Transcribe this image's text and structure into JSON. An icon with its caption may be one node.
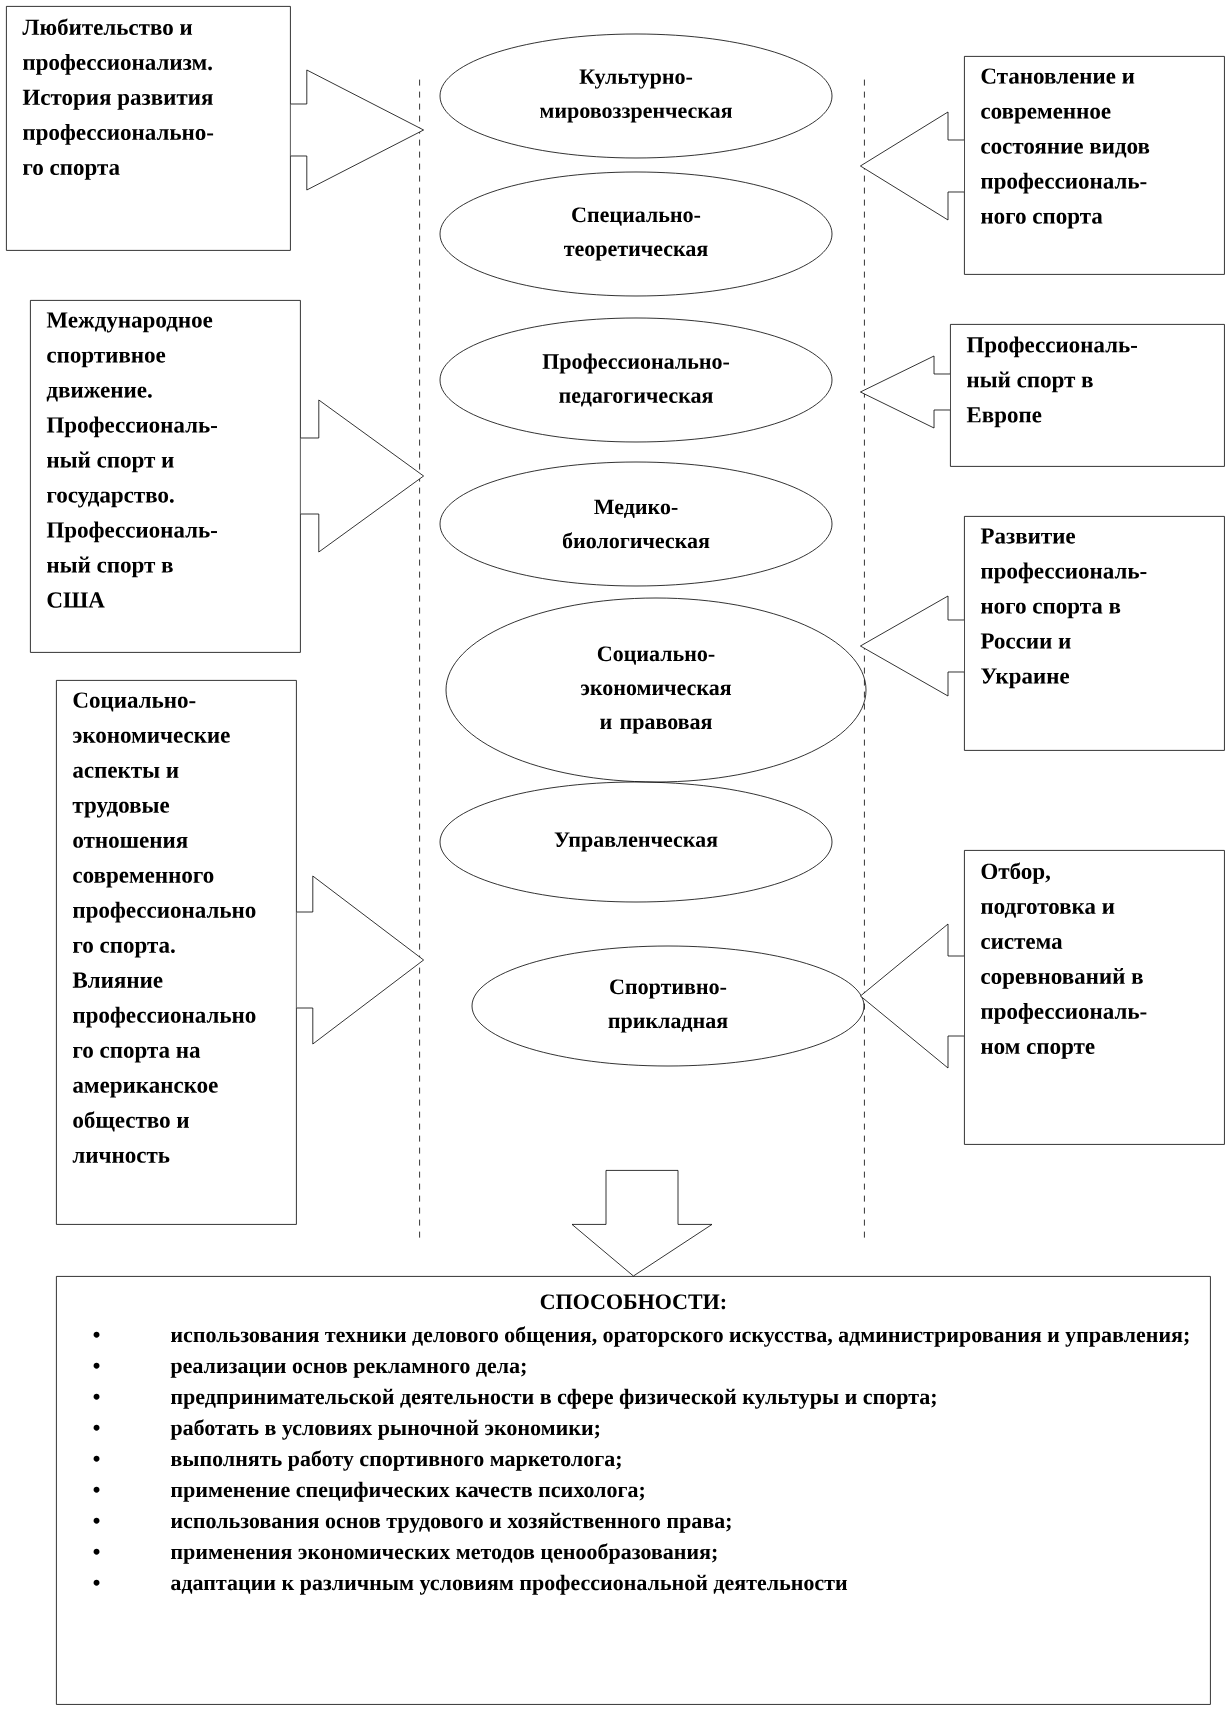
{
  "diagram": {
    "nodes": [
      {
        "text": [
          "Любительство и профессионализм. История развития профессионально- го спорта"
        ]
      },
      {
        "text": [
          "Международное спортивное движение. Профессиональ- ный спорт и государство. Профессиональ- ный спорт в США"
        ]
      },
      {
        "text": [
          "Социально- экономические аспекты и трудовые отношения современного профессионально го спорта. Влияние профессионально го спорта на американское общество и личность"
        ]
      },
      {
        "text": [],
        "shape": "box"
      },
      {
        "text": [
          "Культурно- мировоззренческая"
        ]
      },
      {
        "text": [
          "Специально- теоретическая"
        ],
        "in": 3
      },
      {
        "text": [
          "Профессионально- педагогическая"
        ],
        "in": 3
      },
      {
        "text": [
          "Медико- биологическая"
        ],
        "in": 3
      },
      {
        "text": [
          "Социально- экономическая и правовая"
        ],
        "in": 3
      },
      {
        "text": [
          "Управленческая"
        ],
        "in": 3
      },
      {
        "text": [
          "Спортивно- прикладная"
        ],
        "in": 3
      },
      {
        "text": [
          "Становление и современное состояние видов профессиональ- ного спорта"
        ]
      },
      {
        "text": [
          "Профессиональ- ный спорт в Европе"
        ]
      },
      {
        "text": [
          "Развитие профессиональ- ного спорта в России и Украине"
        ]
      },
      {
        "text": [
          "Отбор, подготовка и система соревнований в профессиональ- ном спорте"
        ]
      },
      {
        "text": [
          "СПОСОБНОСТИ:",
          "использования техники делового общения, ораторского искусства, администрирования и управления;",
          "реализации основ рекламного дела;",
          "предпринимательской деятельности в сфере физической культуры и спорта;",
          "работать в условиях рыночной экономики;",
          "выполнять работу спортивного маркетолога;",
          "применение специфических качеств психолога;",
          "использования основ трудового и хозяйственного права;",
          "применения экономических методов ценообразования;",
          "адаптации к различным условиям профессиональной деятельности"
        ]
      }
    ],
    "edges": [
      {
        "from": 0,
        "to": 3,
        "arrow": "to"
      },
      {
        "from": 1,
        "to": 3,
        "arrow": "to"
      },
      {
        "from": 2,
        "to": 3,
        "arrow": "to"
      },
      {
        "from": 11,
        "to": 3,
        "arrow": "to"
      },
      {
        "from": 12,
        "to": 3,
        "arrow": "to"
      },
      {
        "from": 13,
        "to": 3,
        "arrow": "to"
      },
      {
        "from": 14,
        "to": 3,
        "arrow": "to"
      },
      {
        "from": 3,
        "to": 15,
        "arrow": "to"
      }
    ],
    "labels": [
      "•",
      "•",
      "•",
      "•",
      "•",
      "•",
      "•",
      "•",
      "•"
    ]
  }
}
